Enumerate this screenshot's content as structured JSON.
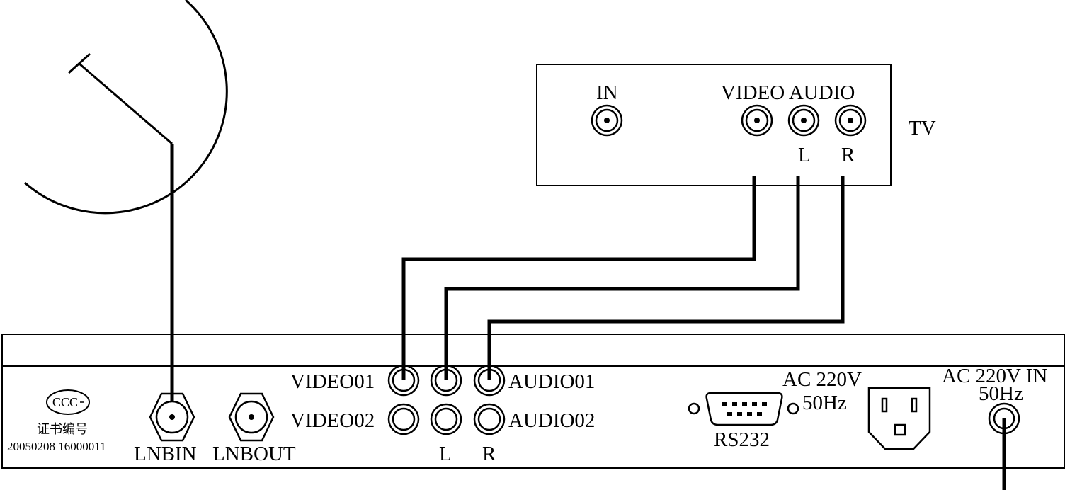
{
  "tv": {
    "label": "TV",
    "in_label": "IN",
    "video_audio_label": "VIDEO AUDIO",
    "left_label": "L",
    "right_label": "R"
  },
  "receiver": {
    "cert_logo": "CCC",
    "cert_text": "证书编号",
    "cert_number": "20050208 16000011",
    "lnb_in_label": "LNBIN",
    "lnb_out_label": "LNBOUT",
    "video01_label": "VIDEO01",
    "video02_label": "VIDEO02",
    "audio01_label": "AUDIO01",
    "audio02_label": "AUDIO02",
    "left_label": "L",
    "right_label": "R",
    "rs232_label": "RS232",
    "ac_out_label": "AC 220V",
    "ac_out_freq": "50Hz",
    "ac_in_label": "AC 220V IN",
    "ac_in_freq": "50Hz"
  },
  "colors": {
    "line": "#000000",
    "background": "#ffffff"
  }
}
